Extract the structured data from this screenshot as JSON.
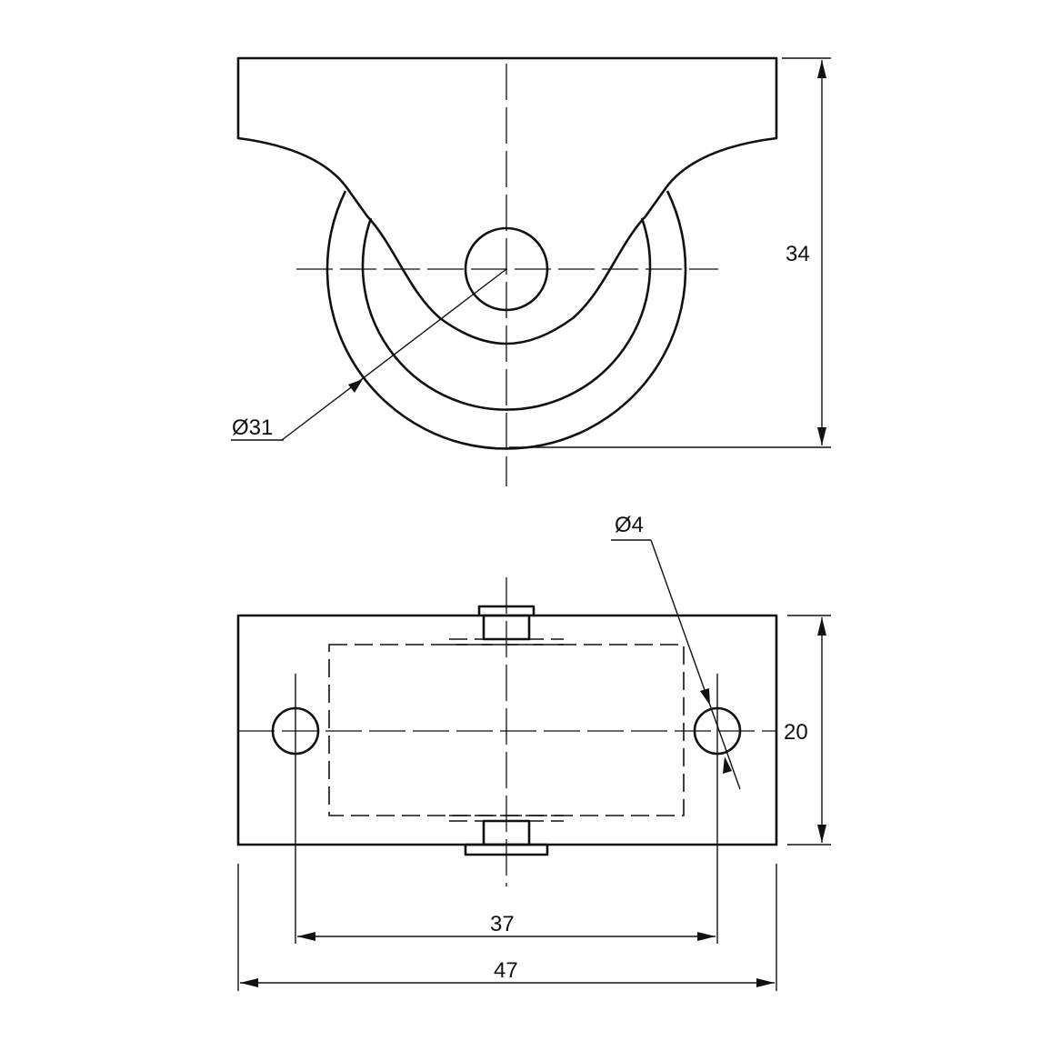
{
  "dimensions": {
    "wheel_diameter": "Ø31",
    "total_height": "34",
    "hole_diameter": "Ø4",
    "plate_depth": "20",
    "hole_spacing": "37",
    "plate_width": "47"
  }
}
